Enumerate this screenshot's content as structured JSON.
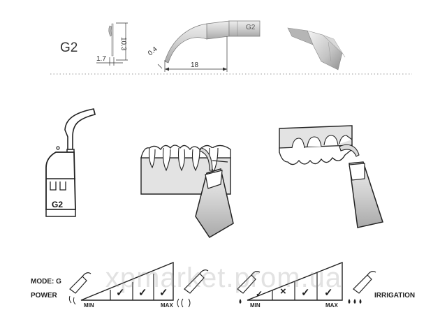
{
  "model": "G2",
  "dimensions": {
    "d_1_7": "1.7",
    "d_10_3": "10.3",
    "d_0_4": "0.4",
    "d_18": "18"
  },
  "tip_engraving": "G2",
  "tip_stamp": "G2",
  "settings": {
    "mode_label": "MODE: G",
    "power_label": "POWER",
    "irrigation_label": "IRRIGATION",
    "power_min": "MIN",
    "power_max": "MAX",
    "irrigation_min": "MIN",
    "irrigation_max": "MAX",
    "power_marks": [
      "✓",
      "✓",
      "✓"
    ],
    "irrigation_marks": [
      "✓",
      "×",
      "✓",
      "✓"
    ]
  },
  "watermark": "xpmarket.prom.ua",
  "colors": {
    "line": "#222222",
    "gum": "#e3e3e3",
    "metal": "#c8c8c8",
    "dotted": "#999999"
  }
}
